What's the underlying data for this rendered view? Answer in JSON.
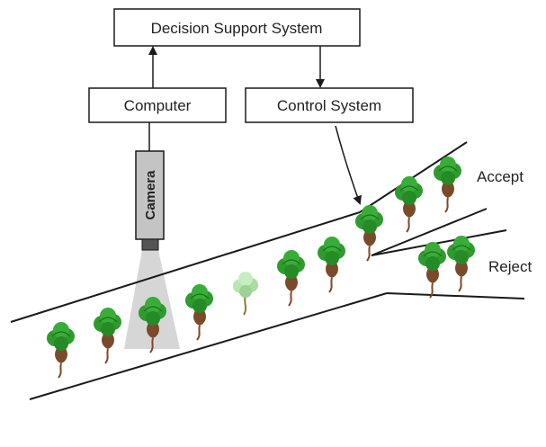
{
  "labels": {
    "decision_support": "Decision Support System",
    "computer": "Computer",
    "control_system": "Control System",
    "camera": "Camera",
    "accept": "Accept",
    "reject": "Reject"
  },
  "colors": {
    "line": "#1a1a1a",
    "leaf": "#2e9b2e",
    "leaf_light": "#b8e6b0",
    "root": "#7a4a2a",
    "camera_body": "#bfbfbf",
    "beam": "#c8c8c8"
  },
  "icons": {
    "plant": "plant-icon",
    "camera": "camera-icon"
  }
}
